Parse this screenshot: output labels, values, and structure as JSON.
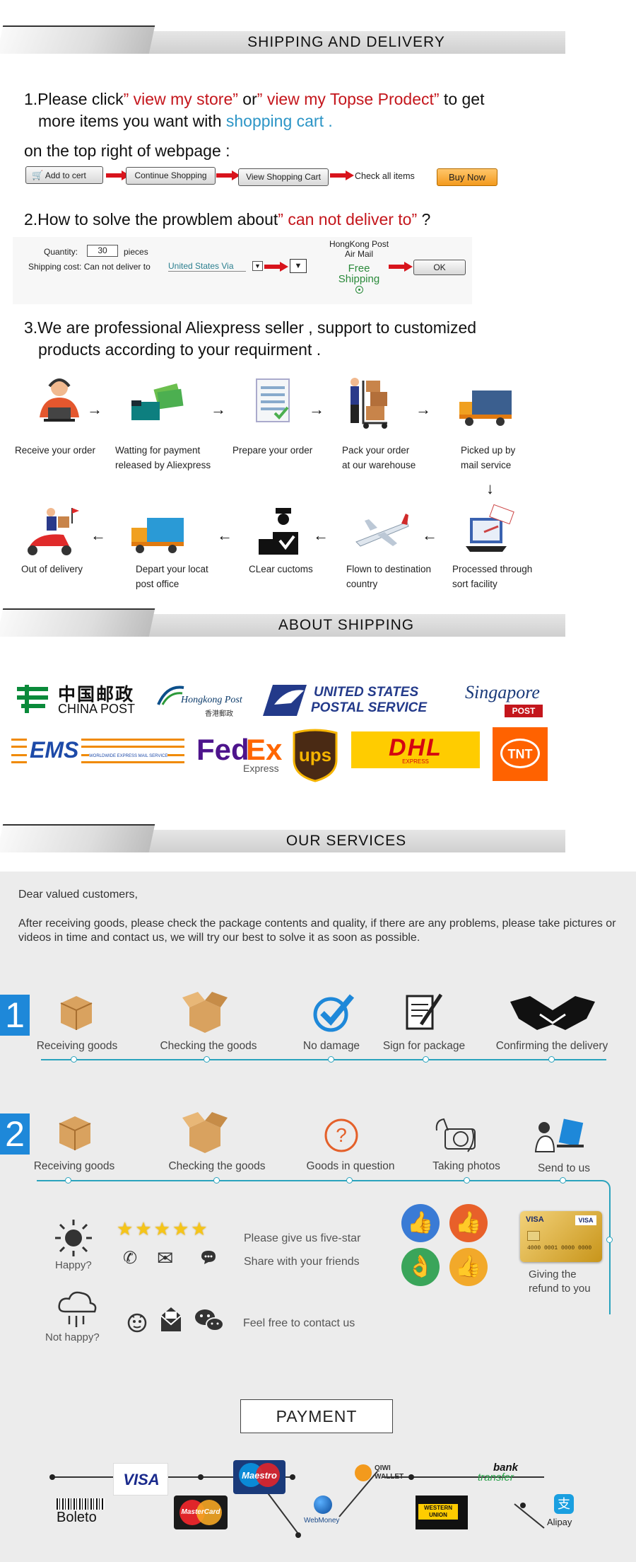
{
  "sections": {
    "shipping_delivery": "SHIPPING  AND  DELIVERY",
    "about_shipping": "ABOUT  SHIPPING",
    "our_services": "OUR  SERVICES",
    "payment": "PAYMENT"
  },
  "step1": {
    "line1_a": "1.Please click",
    "line1_b": "” view my store”",
    "line1_c": " or",
    "line1_d": "” view my Topse Prodect”",
    "line1_e": " to get",
    "line2_a": "more items you want with ",
    "line2_b": "shopping cart .",
    "line3": "on the top right of webpage :",
    "flow": {
      "add_to_cart": "Add to cert",
      "continue_shopping": "Continue Shopping",
      "view_cart": "View Shopping Cart",
      "check_all": "Check all items",
      "buy_now": "Buy Now"
    }
  },
  "step2": {
    "title_a": "2.How to solve the prowblem about",
    "title_b": "” can not deliver to”",
    "title_c": " ?",
    "quantity_label": "Quantity:",
    "quantity_value": "30",
    "quantity_unit": "pieces",
    "shipping_cost_label": "Shipping cost: Can not deliver to",
    "shipping_via": "United States Via",
    "post_line1": "HongKong Post",
    "post_line2": "Air Mail",
    "free_shipping": "Free\nShipping",
    "ok": "OK"
  },
  "step3": {
    "line1": "3.We are professional Aliexpress seller , support to customized",
    "line2": "products according to your requirment ."
  },
  "process": {
    "row1": [
      {
        "icon": "customer-service-icon",
        "label": "Receive your order"
      },
      {
        "icon": "money-payment-icon",
        "label": "Watting for payment\nreleased by Aliexpress"
      },
      {
        "icon": "checklist-icon",
        "label": "Prepare your order"
      },
      {
        "icon": "warehouse-worker-icon",
        "label": "Pack your order\nat our warehouse"
      },
      {
        "icon": "delivery-truck-icon",
        "label": "Picked up by\nmail service"
      }
    ],
    "row2": [
      {
        "icon": "scooter-delivery-icon",
        "label": "Out of delivery"
      },
      {
        "icon": "truck-icon",
        "label": "Depart your locat\npost office"
      },
      {
        "icon": "customs-officer-icon",
        "label": "CLear cuctoms"
      },
      {
        "icon": "airplane-icon",
        "label": "Flown to destination\ncountry"
      },
      {
        "icon": "sort-facility-icon",
        "label": "Processed through\nsort facility"
      }
    ]
  },
  "carriers": {
    "china_post_cn": "中国邮政",
    "china_post_en": "CHINA POST",
    "hongkong_post": "Hongkong Post",
    "hongkong_post_cn": "香港郵政",
    "usps_1": "UNITED STATES",
    "usps_2": "POSTAL SERVICE",
    "singapore": "Singapore",
    "singapore_post": "POST",
    "ems": "EMS",
    "ems_sub": "WORLDWIDE EXPRESS MAIL SERVICE",
    "fedex_fed": "Fed",
    "fedex_ex": "Ex",
    "fedex_express": "Express",
    "ups": "ups",
    "dhl": "DHL",
    "dhl_sub": "EXPRESS",
    "tnt": "TNT"
  },
  "services": {
    "greeting": "Dear valued customers,",
    "message": "After receiving goods, please check the package contents and quality, if there are any problems, please take pictures or videos in time and contact us, we will try our best to solve it as soon as possible.",
    "flow1_number": "1",
    "flow1": [
      {
        "icon": "box-icon",
        "label": "Receiving goods"
      },
      {
        "icon": "open-box-icon",
        "label": "Checking the goods"
      },
      {
        "icon": "checkmark-icon",
        "label": "No damage"
      },
      {
        "icon": "sign-document-icon",
        "label": "Sign for package"
      },
      {
        "icon": "handshake-icon",
        "label": "Confirming the delivery"
      }
    ],
    "flow2_number": "2",
    "flow2": [
      {
        "icon": "box-icon",
        "label": "Receiving goods"
      },
      {
        "icon": "open-box-icon",
        "label": "Checking the goods"
      },
      {
        "icon": "question-icon",
        "label": "Goods in question"
      },
      {
        "icon": "camera-icon",
        "label": "Taking photos"
      },
      {
        "icon": "support-laptop-icon",
        "label": "Send to us"
      }
    ],
    "happy": "Happy?",
    "not_happy": "Not happy?",
    "five_star": "Please give us five-star",
    "share": "Share with your friends",
    "contact": "Feel free to contact us",
    "refund": "Giving the\nrefund to you"
  },
  "payment": {
    "visa": "VISA",
    "maestro": "Maestro",
    "mastercard": "MasterCard",
    "webmoney": "WebMoney",
    "qiwi": "QIWI\nWALLET",
    "western_union": "WESTERN\nUNION",
    "bank_transfer_1": "bank",
    "bank_transfer_2": "transfer",
    "alipay": "Alipay",
    "boleto": "Boleto"
  },
  "colors": {
    "accent_red": "#c4161c",
    "accent_blue": "#2c95c6",
    "timeline": "#2aa3bd",
    "service_bg": "#ececec",
    "number_badge": "#1e88d9"
  }
}
